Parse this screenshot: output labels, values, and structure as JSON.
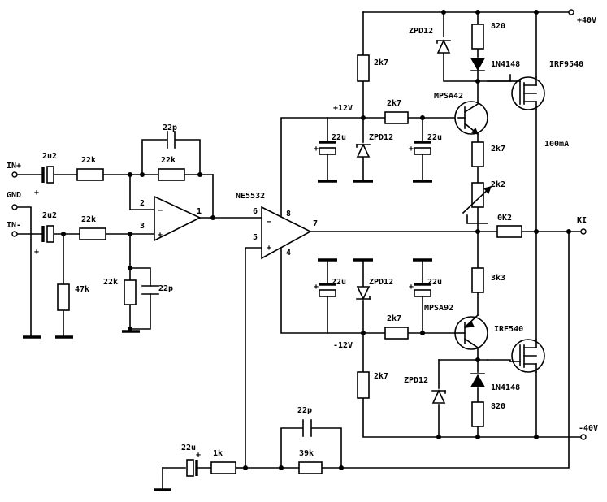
{
  "inputs": {
    "in_plus": "IN+",
    "gnd": "GND",
    "in_minus": "IN-"
  },
  "output": {
    "ki": "KI"
  },
  "rails": {
    "pos40": "+40V",
    "neg40": "-40V",
    "pos12": "+12V",
    "neg12": "-12V"
  },
  "opamp": {
    "name": "NE5532",
    "p1": "1",
    "p2": "2",
    "p3": "3",
    "p4": "4",
    "p5": "5",
    "p6": "6",
    "p7": "7",
    "p8": "8",
    "minus": "−",
    "plus": "+"
  },
  "caps": {
    "c_in_plus": "2u2",
    "c_in_minus": "2u2",
    "c_fb1": "22p",
    "c_p3": "22p",
    "c_p12a": "22u",
    "c_p12b": "22u",
    "c_n12a": "22u",
    "c_n12b": "22u",
    "c_fb2": "22p",
    "c_gnd": "22u",
    "plus_sign": "+"
  },
  "resistors": {
    "r_inp": "22k",
    "r_fb1": "22k",
    "r_inm": "22k",
    "r_47k": "47k",
    "r_p3": "22k",
    "r_top2k7": "2k7",
    "r_base_p": "2k7",
    "r_820_top": "820",
    "r_em_p": "2k7",
    "r_trim": "2k2",
    "r_out": "0K2",
    "r_3k3": "3k3",
    "r_base_n": "2k7",
    "r_bot2k7": "2k7",
    "r_820_bot": "820",
    "r_1k": "1k",
    "r_39k": "39k"
  },
  "semis": {
    "z1": "ZPD12",
    "z2": "ZPD12",
    "z3": "ZPD12",
    "z4": "ZPD12",
    "d1": "1N4148",
    "d2": "1N4148",
    "q1": "MPSA42",
    "q2": "MPSA92",
    "m1": "IRF9540",
    "m2": "IRF540"
  },
  "notes": {
    "bias": "100mA"
  }
}
